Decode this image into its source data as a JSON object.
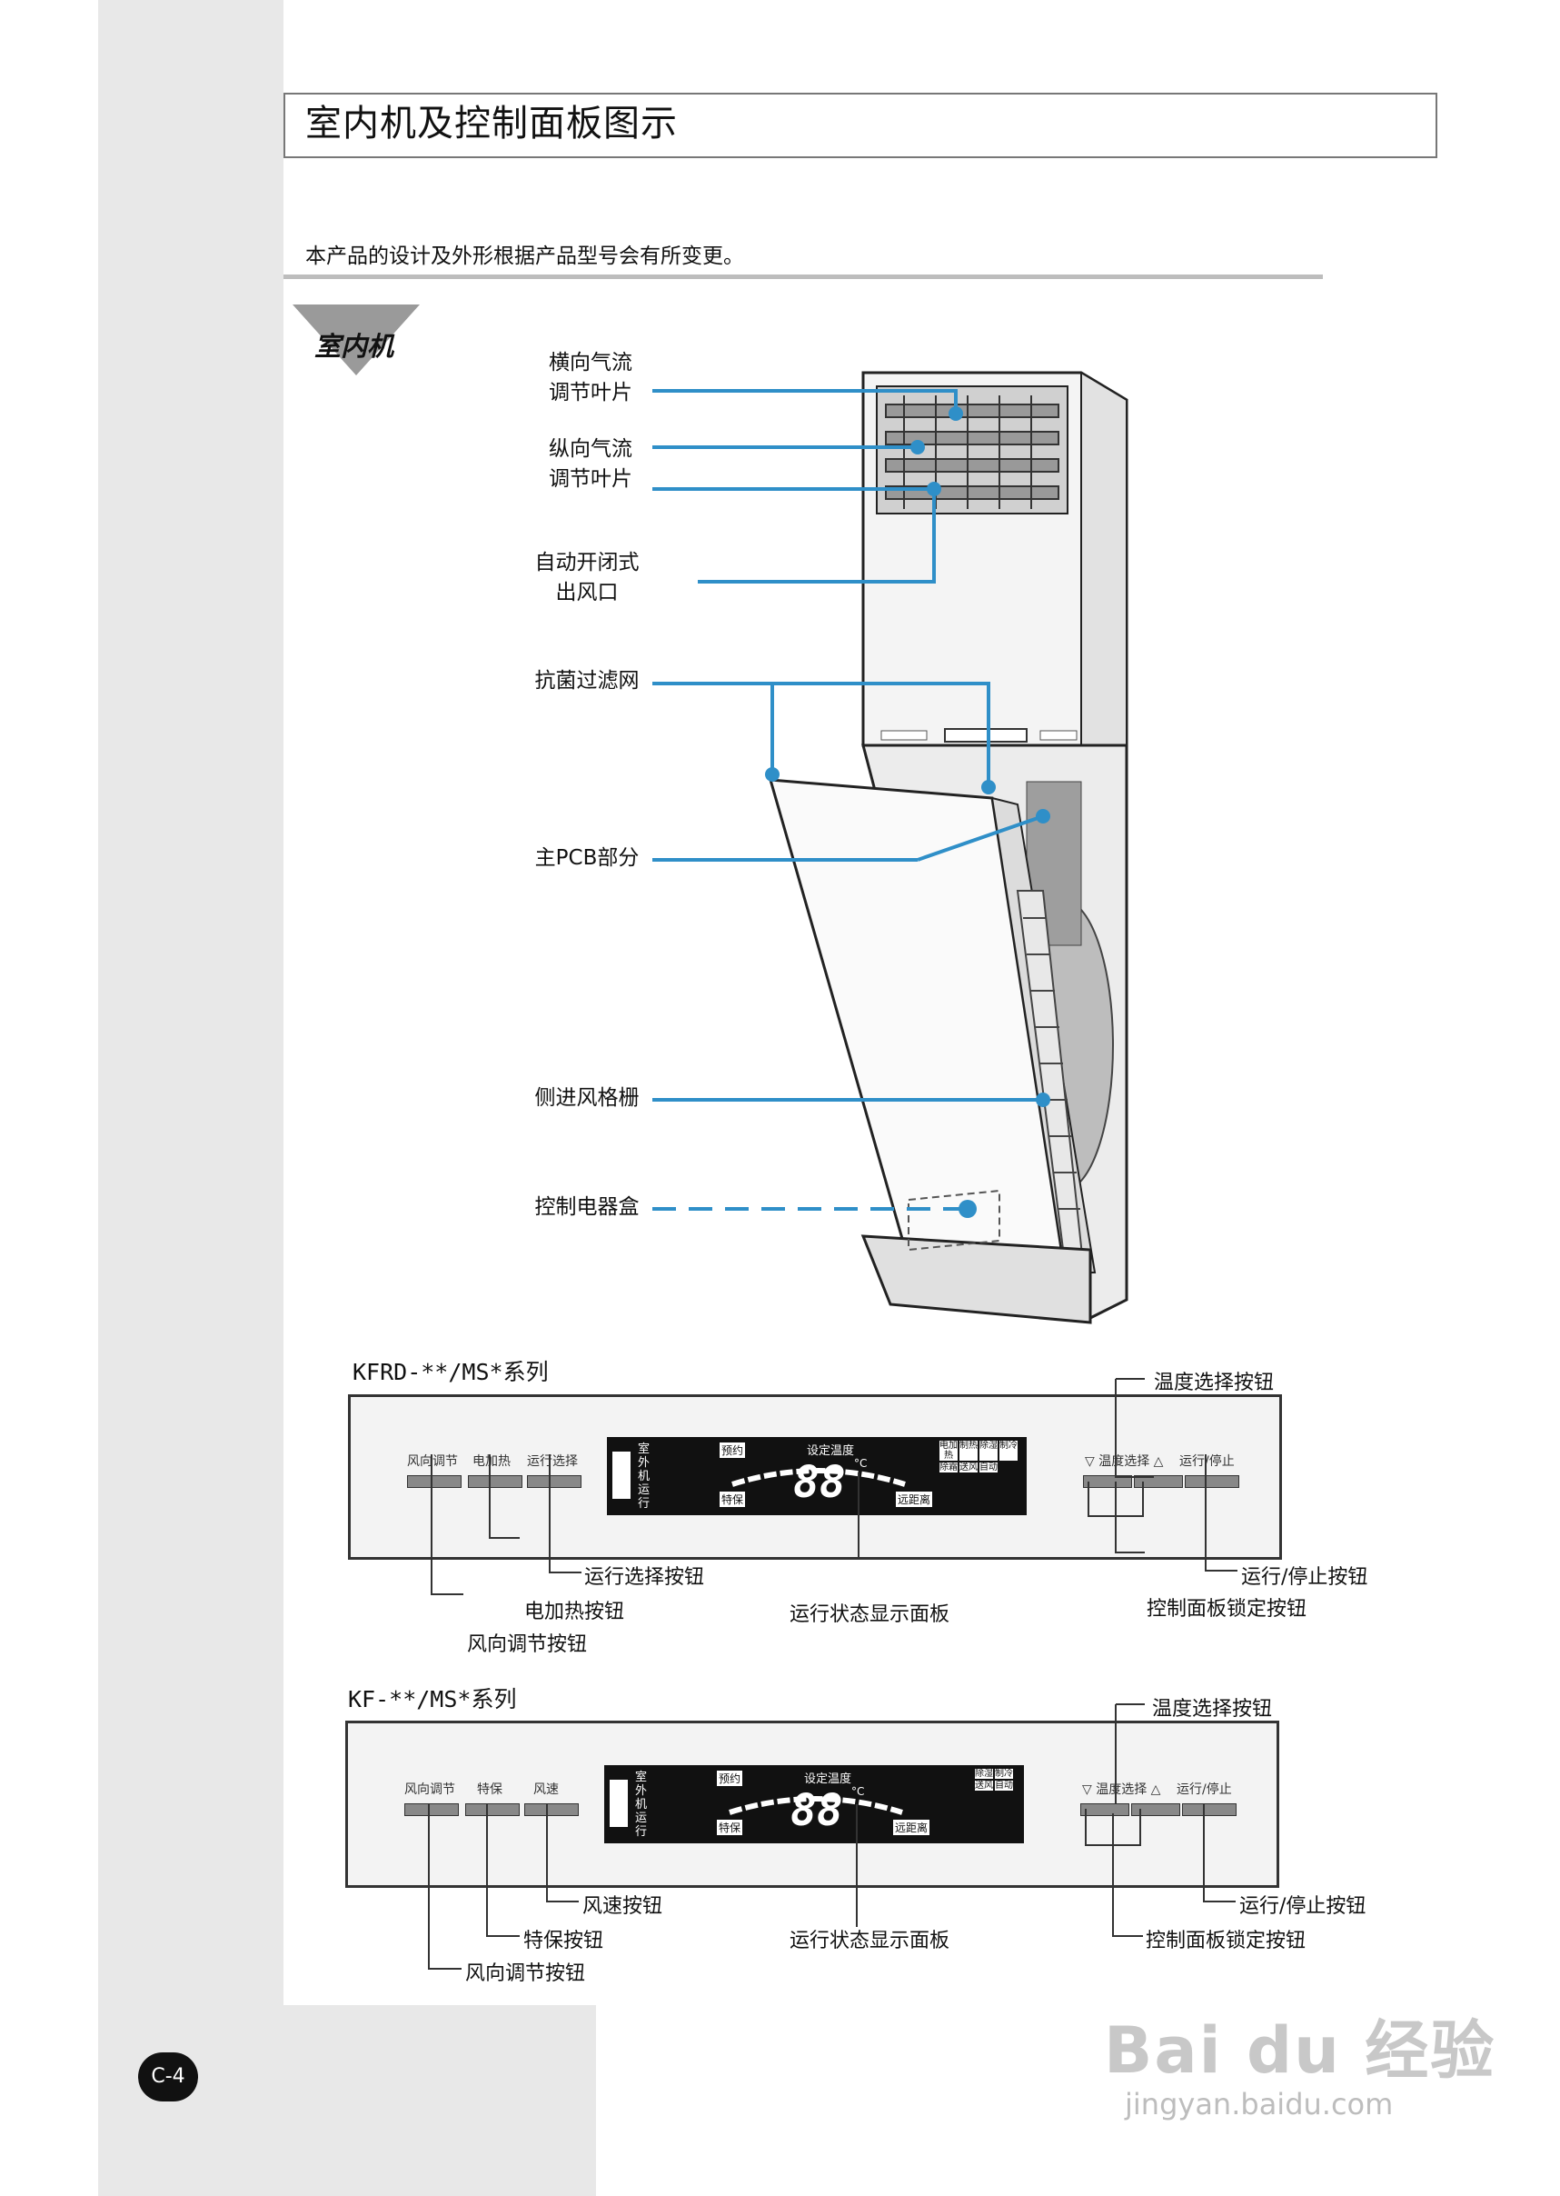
{
  "page": {
    "title": "室内机及控制面板图示",
    "intro": "本产品的设计及外形根据产品型号会有所变更。",
    "section_label": "室内机",
    "page_badge": "C-4"
  },
  "unit": {
    "labels": [
      {
        "l1": "横向气流",
        "l2": "调节叶片"
      },
      {
        "l1": "纵向气流",
        "l2": "调节叶片"
      },
      {
        "l1": "自动开闭式",
        "l2": "出风口"
      },
      {
        "l1": "抗菌过滤网",
        "l2": ""
      },
      {
        "l1": "主PCB部分",
        "l2": ""
      },
      {
        "l1": "侧进风格栅",
        "l2": ""
      },
      {
        "l1": "控制电器盒",
        "l2": ""
      }
    ]
  },
  "panel1": {
    "series": "KFRD-**/MS*系列",
    "buttons": [
      "风向调节",
      "电加热",
      "运行选择"
    ],
    "right_buttons": [
      "温度选择",
      "运行/停止"
    ],
    "lcd": {
      "left": "室外机运行",
      "top_left": "预约",
      "top_center": "设定温度",
      "bottom_left": "特保",
      "digits": "88",
      "unit": "°C",
      "bottom_right": "远距离",
      "modes": [
        "电加热",
        "制热",
        "除湿",
        "制冷",
        "除霜",
        "送风",
        "自动"
      ]
    },
    "callouts": {
      "temp_select": "温度选择按钮",
      "run_select": "运行选择按钮",
      "heater": "电加热按钮",
      "wind_dir": "风向调节按钮",
      "display": "运行状态显示面板",
      "lock": "控制面板锁定按钮",
      "run_stop": "运行/停止按钮"
    }
  },
  "panel2": {
    "series": "KF-**/MS*系列",
    "buttons": [
      "风向调节",
      "特保",
      "风速"
    ],
    "right_buttons": [
      "温度选择",
      "运行/停止"
    ],
    "lcd": {
      "left": "室外机运行",
      "top_left": "预约",
      "top_center": "设定温度",
      "bottom_left": "特保",
      "digits": "88",
      "unit": "°C",
      "bottom_right": "远距离",
      "modes": [
        "除湿",
        "制冷",
        "送风",
        "自动"
      ]
    },
    "callouts": {
      "temp_select": "温度选择按钮",
      "wind_speed": "风速按钮",
      "special": "特保按钮",
      "wind_dir": "风向调节按钮",
      "display": "运行状态显示面板",
      "lock": "控制面板锁定按钮",
      "run_stop": "运行/停止按钮"
    }
  },
  "watermark": {
    "line1": "Bai du 经验",
    "line2": "jingyan.baidu.com"
  },
  "colors": {
    "callout_blue": "#2f8fc8",
    "panel_border": "#333333",
    "lcd": "#111111"
  }
}
